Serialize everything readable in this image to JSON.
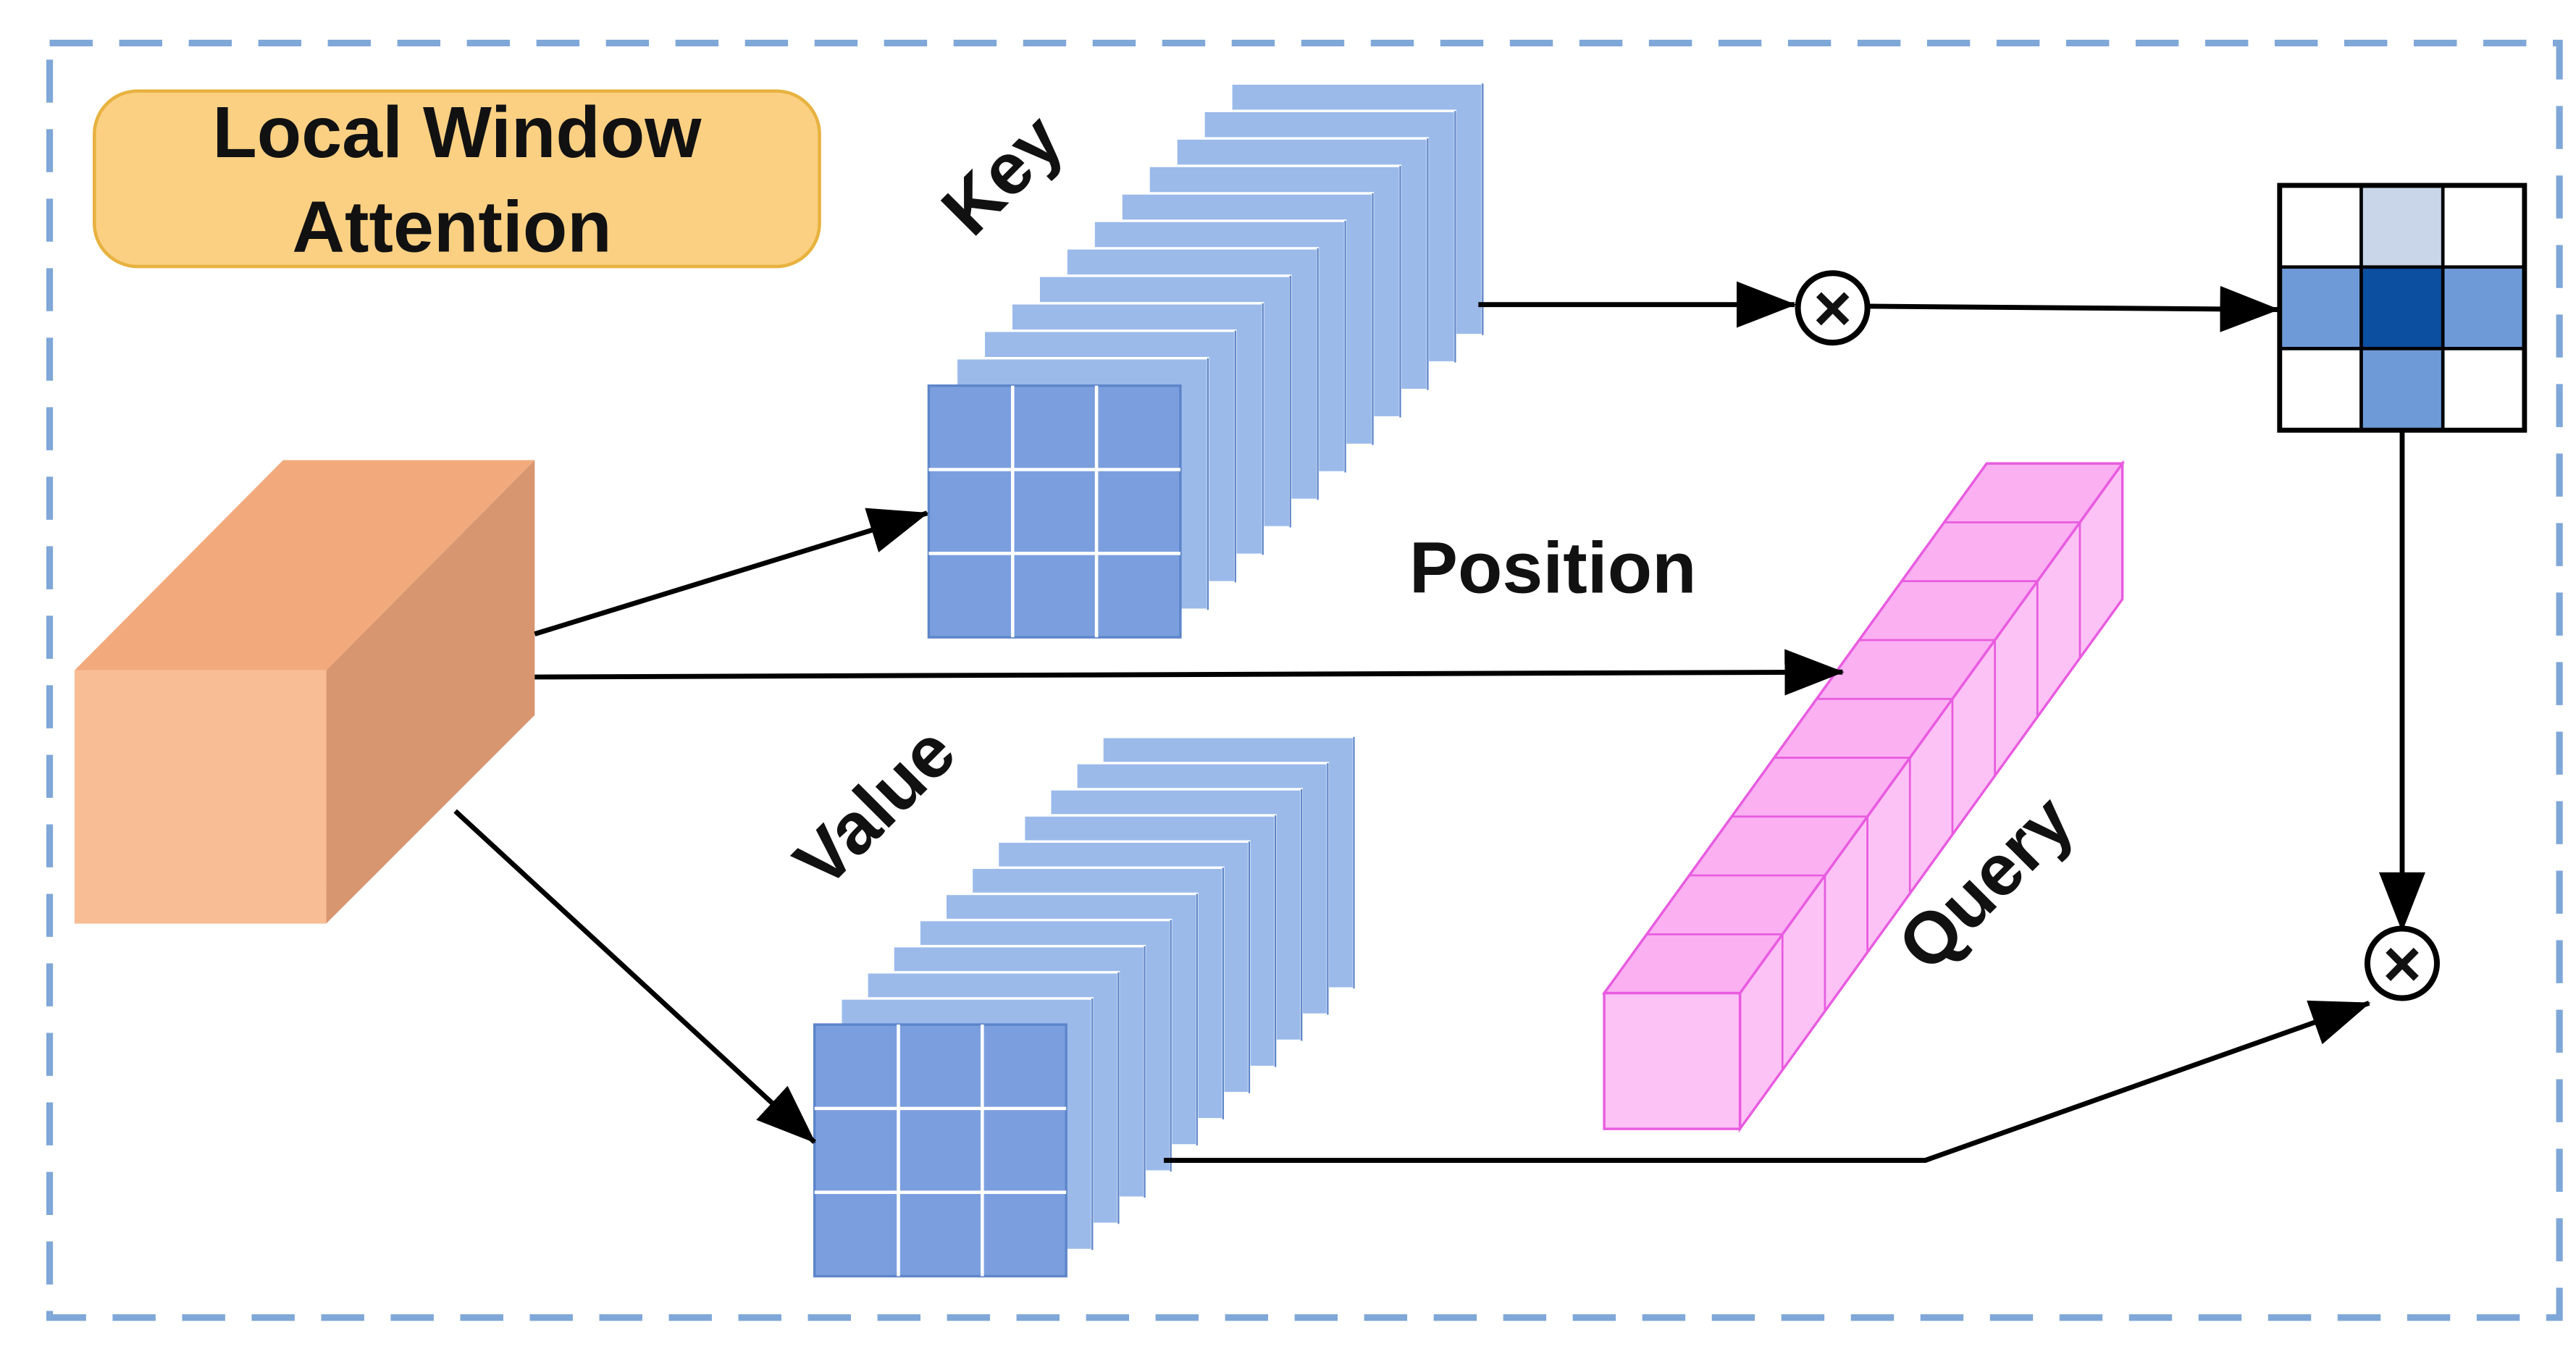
{
  "title": {
    "line1": "Local Window",
    "line2": "Attention"
  },
  "labels": {
    "key": "Key",
    "value": "Value",
    "position": "Position",
    "query": "Query"
  },
  "operators": {
    "multiply_symbol": "×"
  },
  "colors": {
    "frame_dash": "#7fa7d8",
    "title_fill": "#fbd083",
    "title_stroke": "#e8b23f",
    "cube_front": "#f8bd95",
    "cube_top": "#f2aa7c",
    "cube_side": "#d89670",
    "block_face": "#7b9fde",
    "block_slice": "#9bbaea",
    "block_edge": "#5d85c9",
    "query_fill": "#fdc2f5",
    "query_top": "#fbb0f2",
    "query_stroke": "#e85be0",
    "attention_dark": "#0c4fa0",
    "attention_mid": "#6e9bd8",
    "attention_light": "#c9d6ea",
    "arrow": "#000000"
  },
  "attention_grid": {
    "rows": 3,
    "cols": 3,
    "cells": [
      [
        "empty",
        "light",
        "empty"
      ],
      [
        "mid",
        "dark",
        "mid"
      ],
      [
        "empty",
        "mid",
        "empty"
      ]
    ]
  }
}
